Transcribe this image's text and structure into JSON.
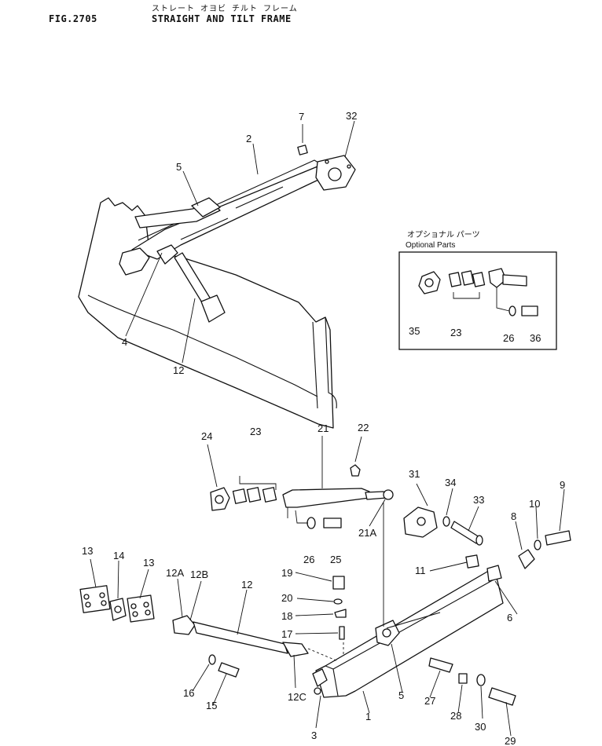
{
  "header": {
    "fig_number": "FIG.2705",
    "title_kana": "ストレート オヨビ チルト フレーム",
    "title": "STRAIGHT AND TILT FRAME"
  },
  "optional_box": {
    "title_kana": "オプショナル パーツ",
    "title": "Optional Parts"
  },
  "callouts": {
    "c1": "1",
    "c2": "2",
    "c3": "3",
    "c4": "4",
    "c5a": "5",
    "c5b": "5",
    "c6": "6",
    "c7": "7",
    "c8": "8",
    "c9": "9",
    "c10": "10",
    "c11": "11",
    "c12a": "12",
    "c12b": "12",
    "c12A": "12A",
    "c12B": "12B",
    "c12C": "12C",
    "c13a": "13",
    "c13b": "13",
    "c14": "14",
    "c15": "15",
    "c16": "16",
    "c17": "17",
    "c18": "18",
    "c19": "19",
    "c20": "20",
    "c21": "21",
    "c21A": "21A",
    "c22": "22",
    "c23a": "23",
    "c23b": "23",
    "c24": "24",
    "c25": "25",
    "c26a": "26",
    "c26b": "26",
    "c27": "27",
    "c28": "28",
    "c29": "29",
    "c30": "30",
    "c31": "31",
    "c32": "32",
    "c33": "33",
    "c34": "34",
    "c35": "35",
    "c36": "36"
  }
}
